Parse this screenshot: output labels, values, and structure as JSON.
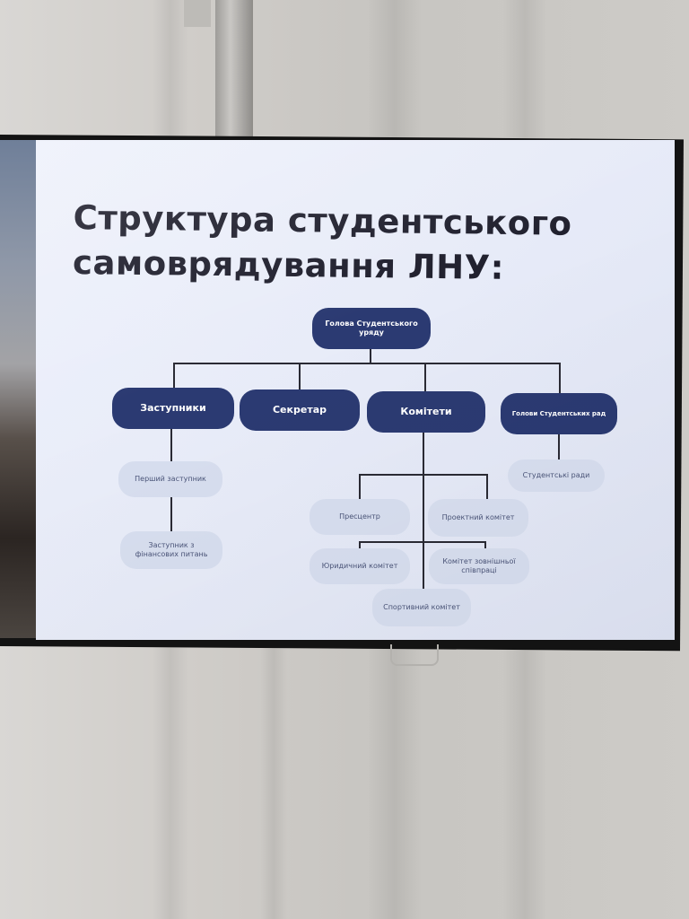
{
  "slide": {
    "title_lines": [
      "Структура студентського",
      "самоврядування ЛНУ:"
    ]
  },
  "org_chart": {
    "head": "Голова Студентського уряду",
    "level1": {
      "deputies": "Заступники",
      "secretary": "Секретар",
      "committees": "Комітети",
      "council_heads": "Голови Студентських рад"
    },
    "deputies_children": [
      "Перший заступник",
      "Заступник з фінансових питань"
    ],
    "councils": "Студентські ради",
    "committee_list": {
      "press": "Пресцентр",
      "project": "Проектний комітет",
      "legal": "Юридичний комітет",
      "foreign": "Комітет зовнішньої співпраці",
      "sport": "Спортивний комітет"
    }
  },
  "colors": {
    "dark_node": "#2b3a72",
    "light_node": "#d7deef",
    "slide_bg": "#e9edf9",
    "tv_frame": "#131313"
  }
}
